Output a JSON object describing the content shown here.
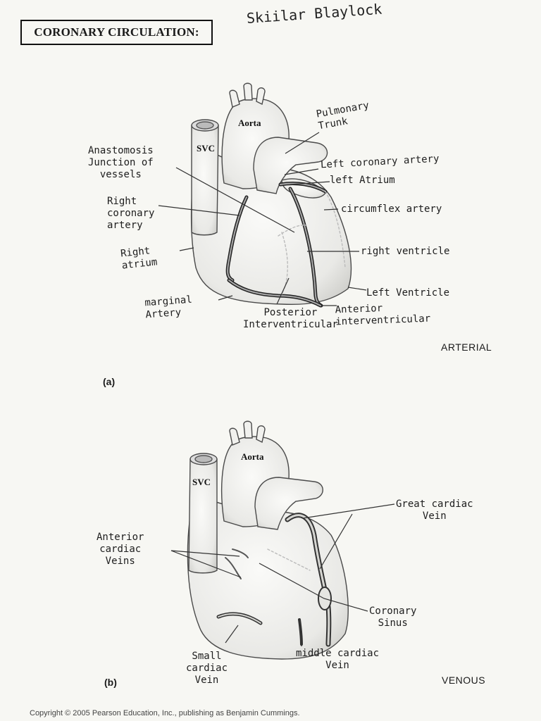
{
  "header": {
    "title": "CORONARY CIRCULATION:",
    "student_name": "Skiilar Blaylock"
  },
  "panel_a": {
    "letter": "(a)",
    "mode": "ARTERIAL",
    "printed_labels": {
      "aorta": "Aorta",
      "svc": "SVC"
    },
    "labels": {
      "pulmonary_trunk": "Pulmonary\nTrunk",
      "anastomosis": "Anastomosis\nJunction of\nvessels",
      "left_coronary_artery": "Left coronary artery",
      "left_atrium": "left Atrium",
      "right_coronary_artery": "Right\ncoronary\nartery",
      "circumflex_artery": "circumflex artery",
      "right_atrium": "Right\natrium",
      "right_ventricle": "right ventricle",
      "left_ventricle": "Left Ventricle",
      "marginal_artery": "marginal\nArtery",
      "posterior_interventricular": "Posterior\nInterventricular",
      "anterior_interventricular": "Anterior\ninterventricular"
    }
  },
  "panel_b": {
    "letter": "(b)",
    "mode": "VENOUS",
    "printed_labels": {
      "aorta": "Aorta",
      "svc": "SVC"
    },
    "labels": {
      "great_cardiac_vein": "Great cardiac\nVein",
      "anterior_cardiac_veins": "Anterior\ncardiac\nVeins",
      "coronary_sinus": "Coronary\nSinus",
      "small_cardiac_vein": "Small\ncardiac\nVein",
      "middle_cardiac_vein": "middle cardiac\nVein"
    }
  },
  "footer": {
    "copyright": "Copyright © 2005 Pearson Education, Inc., publishing as Benjamin Cummings."
  }
}
